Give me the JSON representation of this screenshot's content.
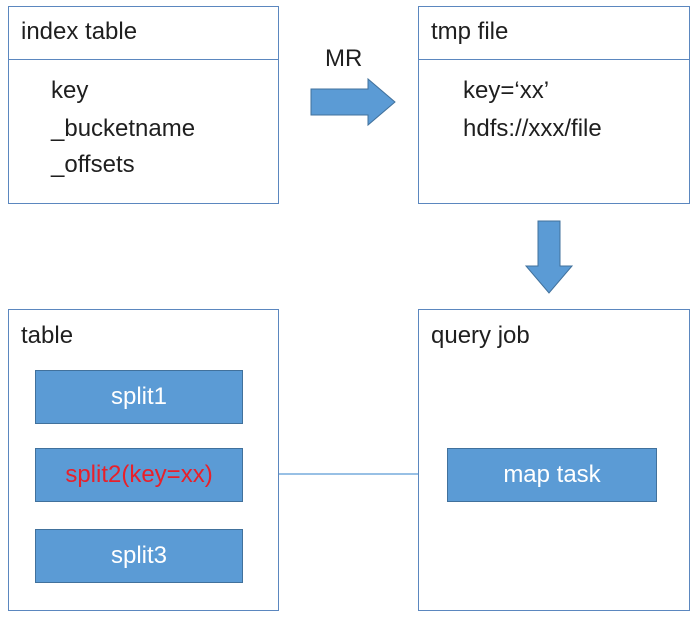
{
  "index_table": {
    "title": "index table",
    "fields": [
      "key",
      "_bucketname",
      "_offsets"
    ]
  },
  "tmp_file": {
    "title": "tmp file",
    "lines": [
      "key=‘xx’",
      "hdfs://xxx/file"
    ]
  },
  "mr_label": "MR",
  "table": {
    "title": "table",
    "splits": [
      "split1",
      "split2(key=xx)",
      "split3"
    ]
  },
  "query_job": {
    "title": "query job",
    "task": "map task"
  },
  "colors": {
    "panel_border": "#5b87bf",
    "box_fill": "#5b9bd5",
    "arrow_fill": "#5b9bd5",
    "highlight_text": "#e8202a",
    "connector": "#5b9bd5"
  }
}
